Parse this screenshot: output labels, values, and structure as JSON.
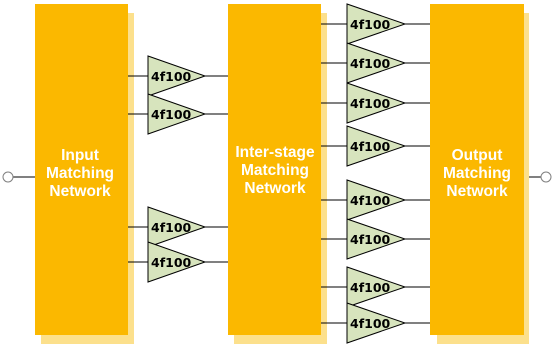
{
  "colors": {
    "block_fill": "#FBB800",
    "block_shadow": "#FCE08C",
    "amp_fill": "#D7E4BD",
    "amp_text": "#000000",
    "block_text": "#FFFFFF"
  },
  "blocks": {
    "input": [
      "Input",
      "Matching",
      "Network"
    ],
    "interstage": [
      "Inter-stage",
      "Matching",
      "Network"
    ],
    "output": [
      "Output",
      "Matching",
      "Network"
    ]
  },
  "stage1": {
    "amplifiers": [
      "4f100",
      "4f100",
      "4f100",
      "4f100"
    ]
  },
  "stage2": {
    "amplifiers": [
      "4f100",
      "4f100",
      "4f100",
      "4f100",
      "4f100",
      "4f100",
      "4f100",
      "4f100"
    ]
  },
  "ports": [
    "input-port-icon",
    "output-port-icon"
  ]
}
